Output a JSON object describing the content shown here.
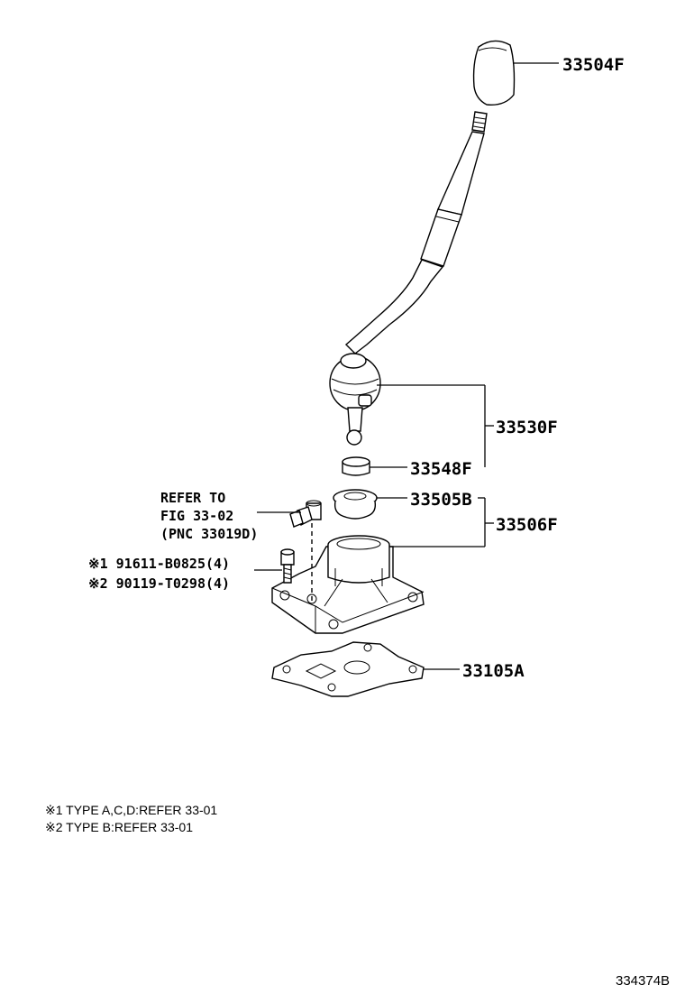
{
  "parts": {
    "knob": "33504F",
    "lever_assy": "33530F",
    "bushing": "33548F",
    "boot": "33505B",
    "retainer": "33506F",
    "gasket": "33105A"
  },
  "refer": {
    "line1": "REFER TO",
    "line2": "FIG 33-02",
    "line3": "(PNC 33019D)"
  },
  "bolts": {
    "bolt1": "※1 91611-B0825(4)",
    "bolt2": "※2 90119-T0298(4)"
  },
  "notes": {
    "note1": "※1 TYPE A,C,D:REFER 33-01",
    "note2": "※2 TYPE B:REFER 33-01"
  },
  "figure_id": "334374B"
}
